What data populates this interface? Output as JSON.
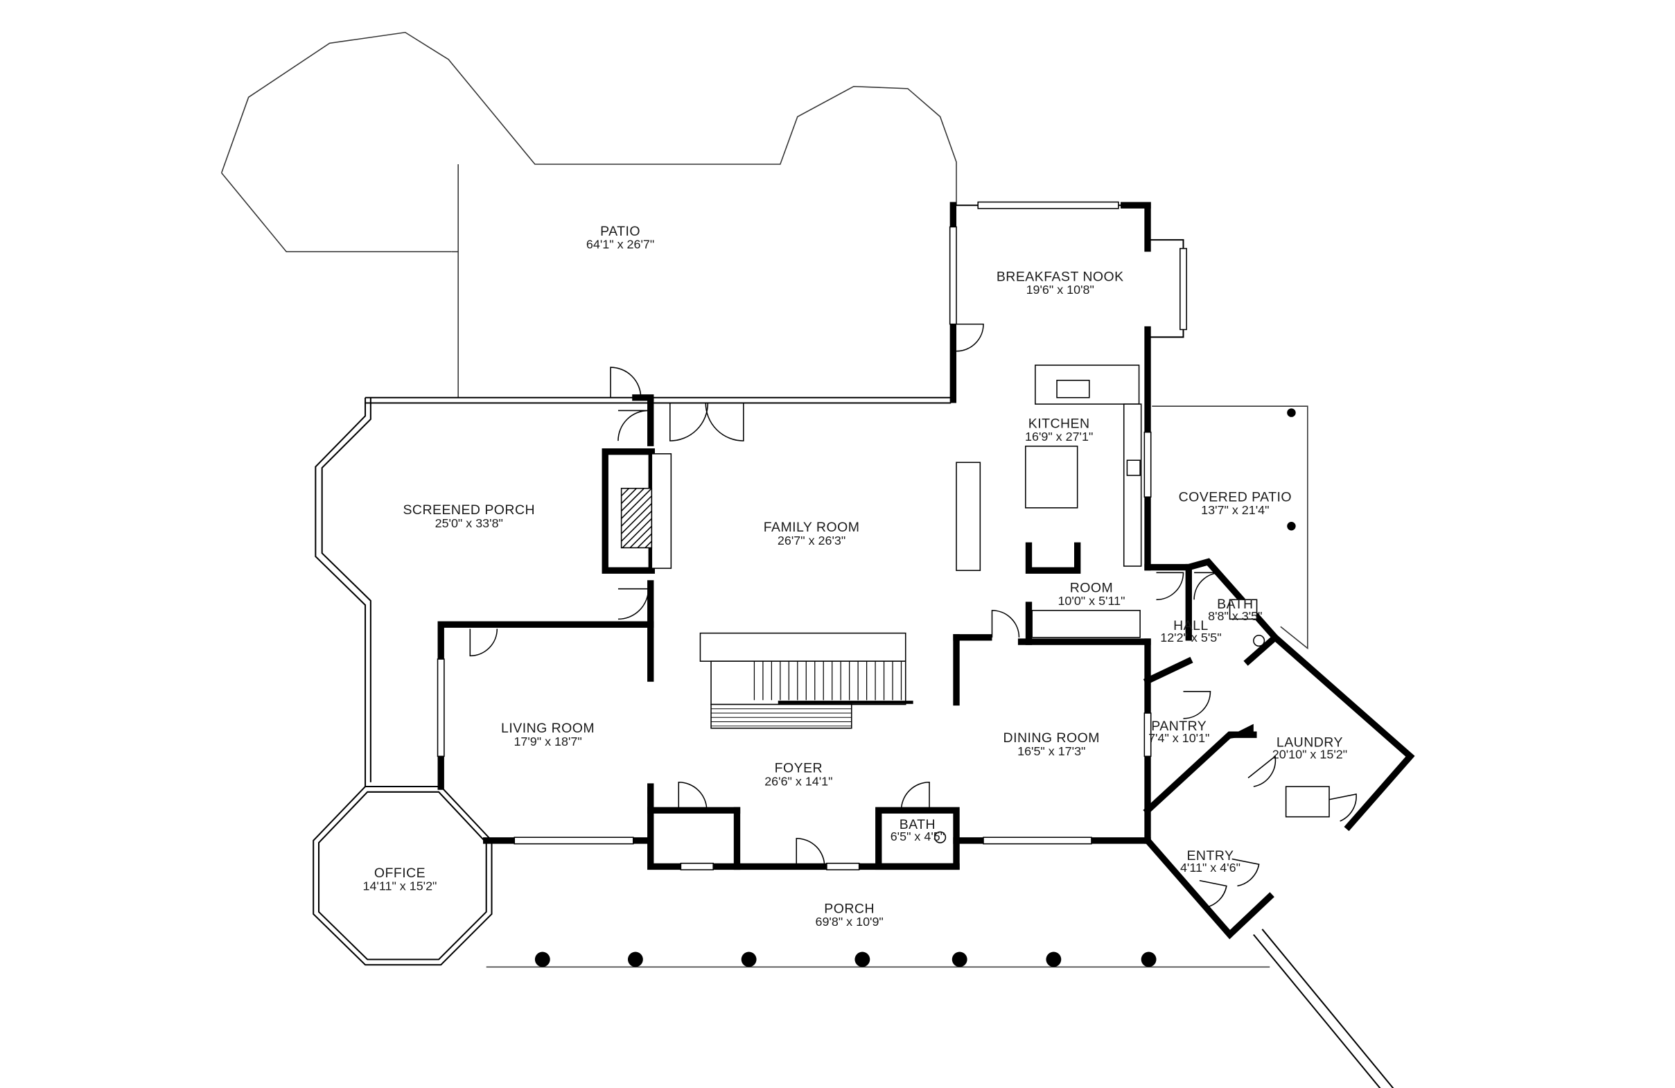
{
  "floor_plan": {
    "rooms": [
      {
        "id": "patio",
        "name": "PATIO",
        "dims": "64'1\" x 26'7\""
      },
      {
        "id": "breakfast-nook",
        "name": "BREAKFAST NOOK",
        "dims": "19'6\" x 10'8\""
      },
      {
        "id": "kitchen",
        "name": "KITCHEN",
        "dims": "16'9\" x 27'1\""
      },
      {
        "id": "covered-patio",
        "name": "COVERED PATIO",
        "dims": "13'7\" x 21'4\""
      },
      {
        "id": "screened-porch",
        "name": "SCREENED PORCH",
        "dims": "25'0\" x 33'8\""
      },
      {
        "id": "family-room",
        "name": "FAMILY ROOM",
        "dims": "26'7\" x 26'3\""
      },
      {
        "id": "room",
        "name": "ROOM",
        "dims": "10'0\" x 5'11\""
      },
      {
        "id": "bath-upper",
        "name": "BATH",
        "dims": "8'8\" x 3'5\""
      },
      {
        "id": "hall",
        "name": "HALL",
        "dims": "12'2\" x 5'5\""
      },
      {
        "id": "living-room",
        "name": "LIVING ROOM",
        "dims": "17'9\" x 18'7\""
      },
      {
        "id": "dining-room",
        "name": "DINING ROOM",
        "dims": "16'5\" x 17'3\""
      },
      {
        "id": "pantry",
        "name": "PANTRY",
        "dims": "7'4\" x 10'1\""
      },
      {
        "id": "laundry",
        "name": "LAUNDRY",
        "dims": "20'10\" x 15'2\""
      },
      {
        "id": "foyer",
        "name": "FOYER",
        "dims": "26'6\" x 14'1\""
      },
      {
        "id": "bath-lower",
        "name": "BATH",
        "dims": "6'5\" x 4'5\""
      },
      {
        "id": "entry",
        "name": "ENTRY",
        "dims": "4'11\" x 4'6\""
      },
      {
        "id": "office",
        "name": "OFFICE",
        "dims": "14'11\" x 15'2\""
      },
      {
        "id": "porch",
        "name": "PORCH",
        "dims": "69'8\" x 10'9\""
      }
    ]
  }
}
